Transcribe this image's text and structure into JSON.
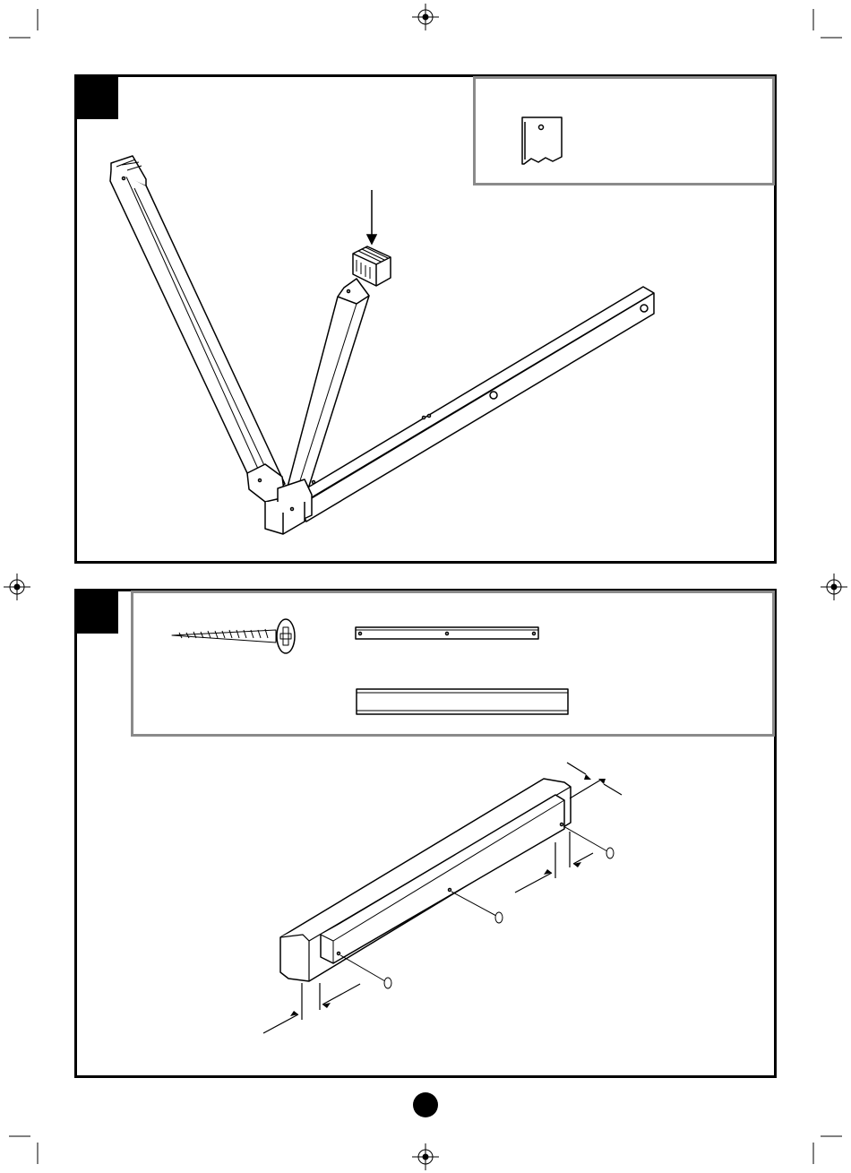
{
  "document": {
    "type": "assembly-instruction-page",
    "colors": {
      "line": "#000000",
      "inset_border": "#8a8a8a",
      "background": "#ffffff"
    },
    "steps": [
      {
        "id": "step-1",
        "parts_shown": [
          "leg-end-cap"
        ],
        "illustration": "two-legs-and-crossbar-with-end-cap-insertion-arrow"
      },
      {
        "id": "step-2",
        "parts_shown": [
          "wood-screw",
          "metal-strap",
          "wood-board"
        ],
        "illustration": "board-with-strap-fastened-by-three-screws-with-dimension-arrows"
      }
    ],
    "icons": [
      "registration-mark-icon",
      "crop-mark-icon",
      "arrow-down-icon",
      "dimension-arrow-icon"
    ]
  }
}
